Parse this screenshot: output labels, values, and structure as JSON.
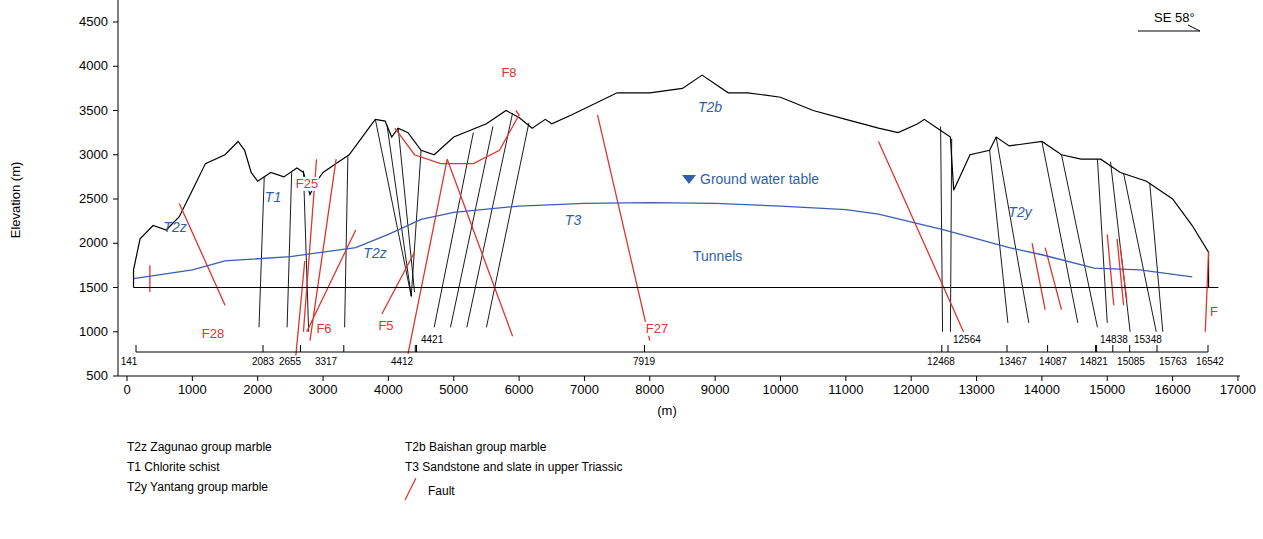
{
  "diagram": {
    "labels": [
      "SE 58°",
      "Elevation (m)",
      "4500",
      "4000",
      "3500",
      "3000",
      "2500",
      "2000",
      "1500",
      "1000",
      "500",
      "0",
      "1000",
      "2000",
      "3000",
      "4000",
      "5000",
      "6000",
      "7000",
      "8000",
      "9000",
      "10000",
      "11000",
      "12000",
      "13000",
      "14000",
      "15000",
      "16000",
      "17000",
      "(m)",
      "141",
      "2083",
      "2655",
      "3317",
      "4412",
      "4421",
      "7919",
      "12468",
      "12564",
      "13467",
      "14087",
      "14838",
      "14821",
      "15348",
      "15085",
      "15763",
      "16542",
      "F28",
      "F25",
      "F6",
      "F5",
      "F8",
      "F27",
      "F",
      "T2z",
      "T1",
      "T2z",
      "T3",
      "T2b",
      "T2y",
      "Ground water table",
      "Tunnels"
    ],
    "legend": [
      {
        "text": "T2z Zagunao group marble"
      },
      {
        "text": "T1 Chlorite schist"
      },
      {
        "text": "T2y Yantang group marble"
      },
      {
        "text": "T2b Baishan group marble"
      },
      {
        "text": "T3 Sandstone and slate in upper Triassic"
      },
      {
        "text": "Fault"
      }
    ]
  }
}
